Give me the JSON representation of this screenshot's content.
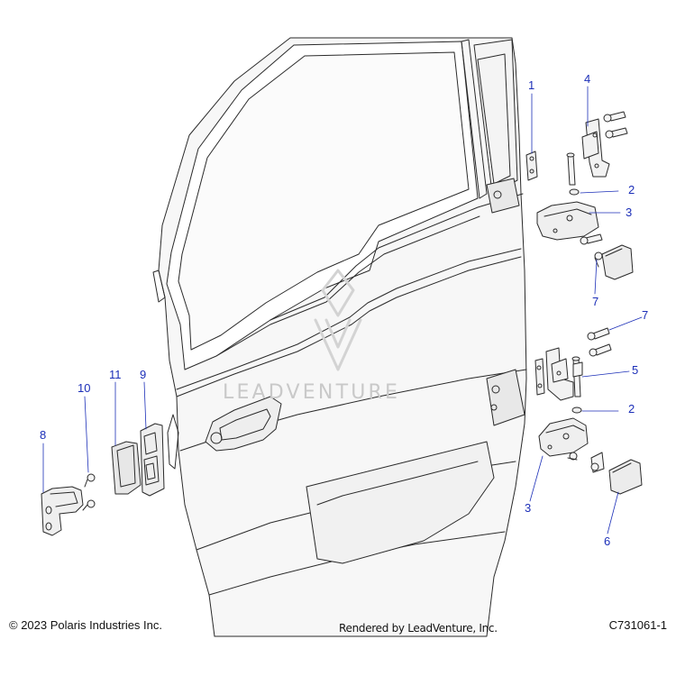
{
  "callouts": {
    "c1": "1",
    "c2a": "2",
    "c2b": "2",
    "c3a": "3",
    "c3b": "3",
    "c4": "4",
    "c5": "5",
    "c6": "6",
    "c7a": "7",
    "c7b": "7",
    "c8": "8",
    "c9": "9",
    "c10": "10",
    "c11": "11"
  },
  "footer": {
    "copyright": "© 2023 Polaris Industries Inc.",
    "rendered_by": "Rendered by LeadVenture, Inc.",
    "drawing_number": "C731061-1"
  },
  "watermark": {
    "text": "LEADVENTURE"
  },
  "colors": {
    "callout": "#1c2fb8",
    "line_art": "#2a2a2a",
    "part_fill": "#f2f2f2"
  }
}
